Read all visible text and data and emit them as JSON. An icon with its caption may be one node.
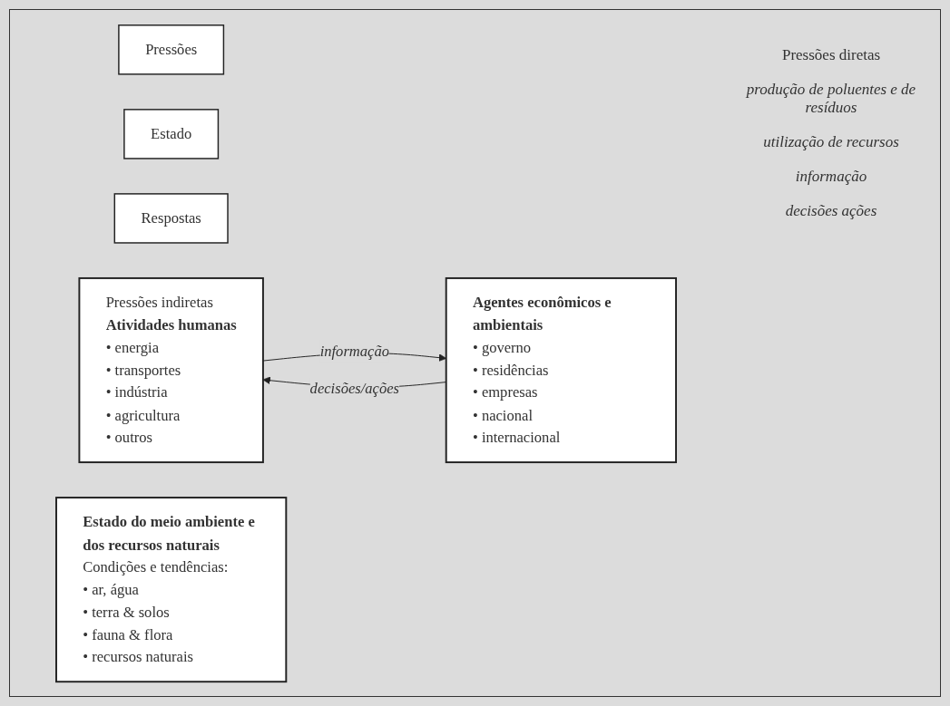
{
  "diagram": {
    "nodes": [
      {
        "text": [
          "Pressões"
        ]
      },
      {
        "text": [
          "Estado"
        ]
      },
      {
        "text": [
          "Respostas"
        ]
      },
      {
        "text": [
          "Pressões indiretas",
          "Atividades humanas",
          "• energia",
          "• transportes",
          "• indústria",
          "• agricultura",
          "• outros"
        ]
      },
      {
        "text": [
          "Estado do meio ambiente e dos recursos naturais",
          "Condições e tendências:",
          "• ar, água",
          "• terra & solos",
          "• fauna & flora",
          "• recursos naturais"
        ]
      },
      {
        "text": [
          "Agentes econômicos e ambientais",
          "• governo",
          "• residências",
          "• empresas",
          "• nacional",
          "• internacional"
        ]
      }
    ],
    "edges": [
      {
        "from": 3,
        "to": 5,
        "arrow": "to",
        "label": "informação"
      },
      {
        "from": 5,
        "to": 3,
        "arrow": "to",
        "label": "decisões/ações"
      }
    ],
    "labels": [
      "Pressões diretas",
      "produção de poluentes e de resíduos",
      "utilização de recursos",
      "informação",
      "decisões ações"
    ]
  }
}
